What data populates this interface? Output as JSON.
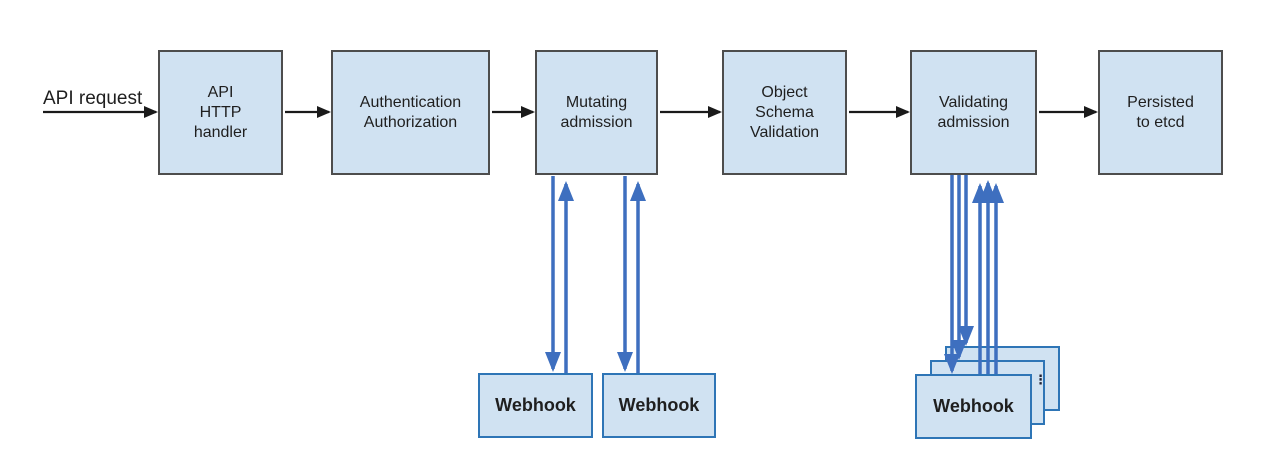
{
  "diagram": {
    "api_request": {
      "label": "API request"
    },
    "pipeline": [
      {
        "label": "API\nHTTP\nhandler"
      },
      {
        "label": "Authentication\nAuthorization"
      },
      {
        "label": "Mutating\nadmission"
      },
      {
        "label": "Object\nSchema\nValidation"
      },
      {
        "label": "Validating\nadmission"
      },
      {
        "label": "Persisted\nto etcd"
      }
    ],
    "mutating_webhooks": [
      {
        "label": "Webhook"
      },
      {
        "label": "Webhook"
      }
    ],
    "validating_webhooks": {
      "front_label": "Webhook",
      "stack_count": 3,
      "ellipsis": "⋮"
    },
    "colors": {
      "node_fill": "#d0e2f2",
      "node_border": "#4d4d4d",
      "webhook_border": "#2e75b6",
      "flow_arrow": "#1a1a1a",
      "webhook_arrow": "#3e6fbf"
    }
  }
}
